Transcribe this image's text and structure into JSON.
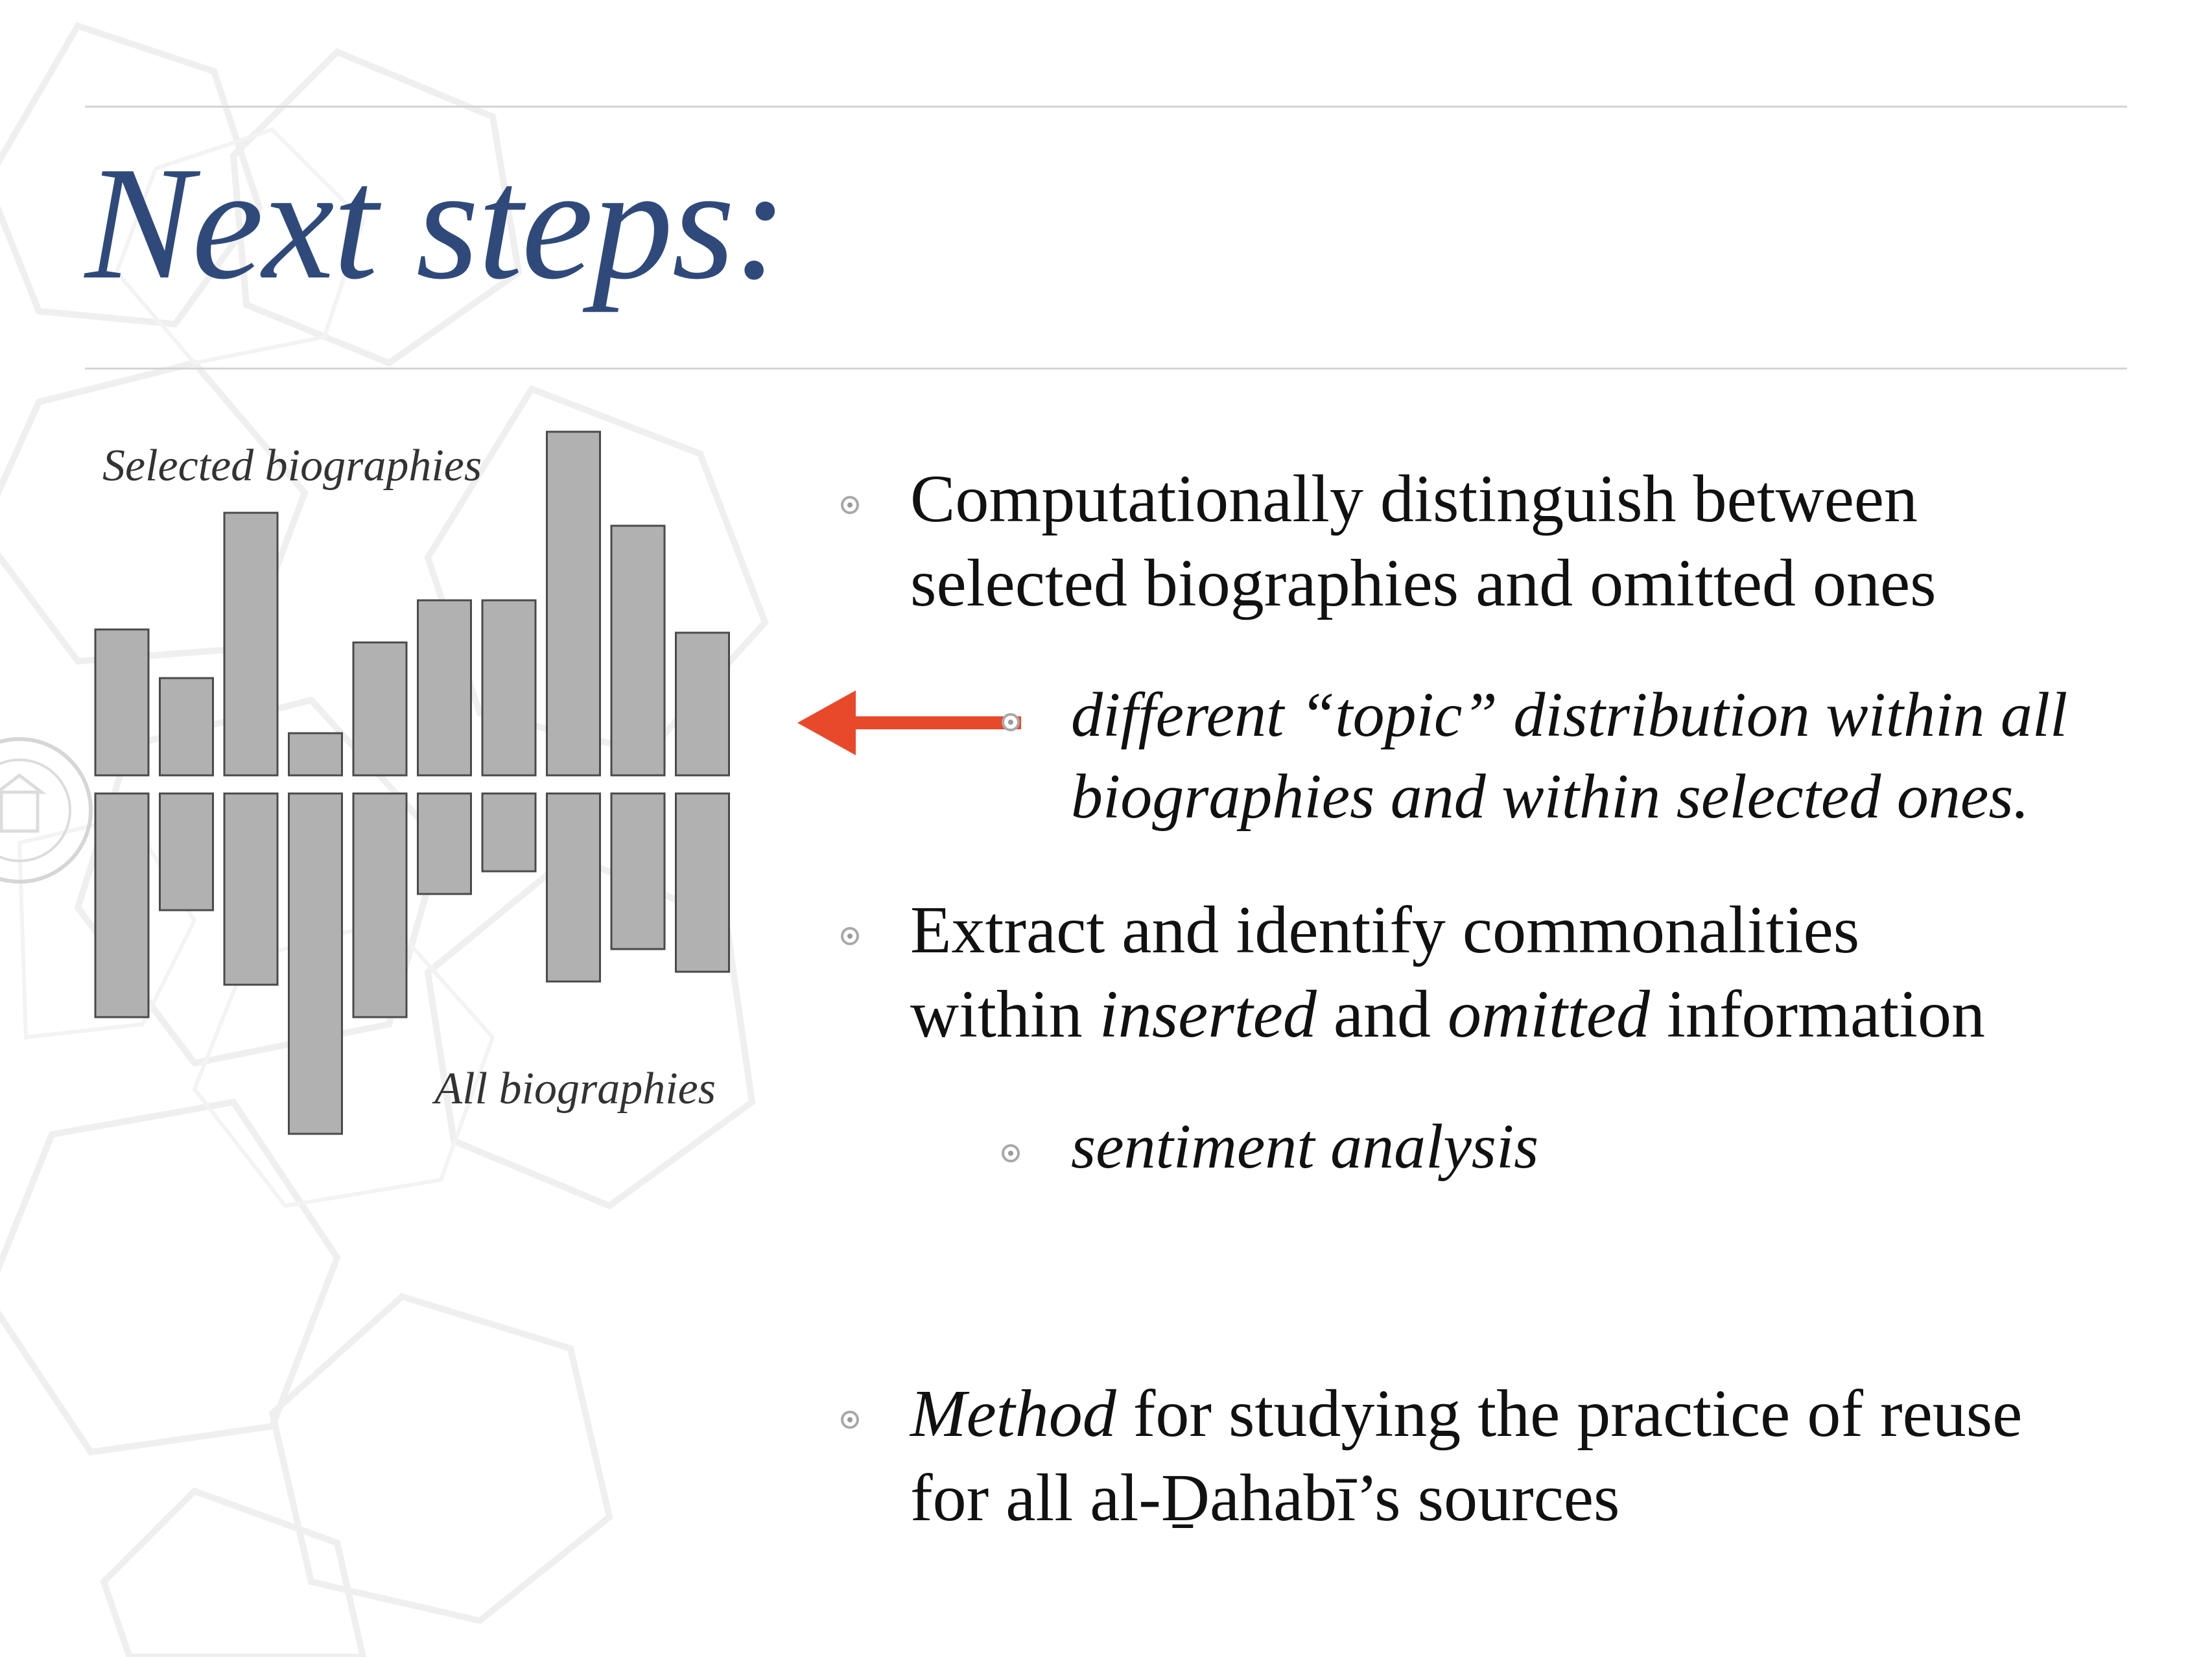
{
  "slide": {
    "title": "Next steps:"
  },
  "colors": {
    "title": "#2f4a7a",
    "bar_fill": "#b1b1b1",
    "bar_stroke": "#4a4a4a",
    "arrow": "#e8492a",
    "rule": "#d4d4d4",
    "bullet": "#a8a8a8"
  },
  "chart_data": {
    "type": "bar",
    "title": "",
    "series": [
      {
        "name": "Selected biographies",
        "direction": "up",
        "values": [
          225,
          150,
          405,
          65,
          205,
          270,
          270,
          530,
          385,
          220
        ]
      },
      {
        "name": "All biographies",
        "direction": "down",
        "values": [
          345,
          180,
          295,
          525,
          345,
          155,
          120,
          290,
          240,
          275
        ]
      }
    ],
    "legend": [
      "Selected biographies",
      "All biographies"
    ]
  },
  "bullets": {
    "b1": {
      "line1": "Computationally distinguish between",
      "line2": "selected biographies and omitted ones"
    },
    "b1a": {
      "line1": "different “topic” distribution within all",
      "line2": "biographies and within selected ones."
    },
    "b2": {
      "line1": "Extract and identify commonalities",
      "line2_a": "within ",
      "line2_b": "inserted",
      "line2_c": " and ",
      "line2_d": "omitted",
      "line2_e": " information"
    },
    "b2a": {
      "line1": "sentiment analysis"
    },
    "b3": {
      "line1_a": "Method",
      "line1_b": " for studying the practice of  reuse",
      "line2": "for all al-Ḏahabī’s sources"
    }
  }
}
